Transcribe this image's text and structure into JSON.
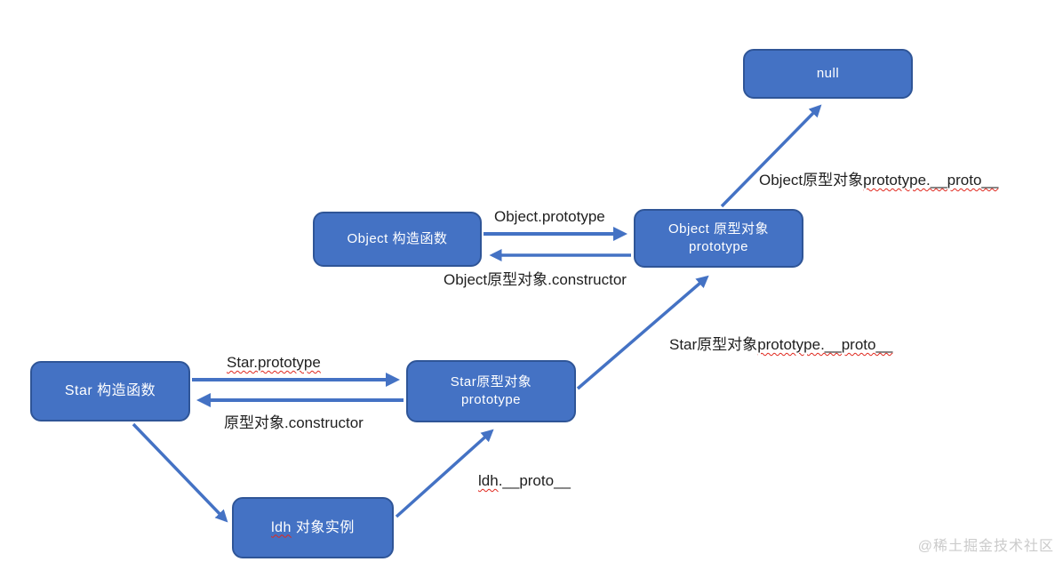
{
  "diagram": {
    "nodes": {
      "null_box": {
        "label": "null"
      },
      "object_constructor": {
        "label": "Object 构造函数"
      },
      "object_prototype": {
        "line1": "Object 原型对象",
        "line2": "prototype"
      },
      "star_constructor": {
        "label": "Star 构造函数"
      },
      "star_prototype": {
        "line1": "Star原型对象",
        "line2": "prototype"
      },
      "ldh_instance": {
        "name": "ldh",
        "rest": " 对象实例"
      }
    },
    "edge_labels": {
      "object_prototype": "Object.prototype",
      "object_constructor": "Object原型对象.constructor",
      "object_chain_prefix": "Object原型对象",
      "object_chain_wavy": "prototype.__proto__",
      "star_prototype": "Star.prototype",
      "star_constructor": "原型对象.constructor",
      "star_chain_prefix": "Star原型对象",
      "star_chain_wavy": "prototype.__proto__",
      "ldh_chain_wavy": "ldh",
      "ldh_chain_rest": ".__proto__"
    },
    "watermark": "@稀土掘金技术社区",
    "colors": {
      "box_fill": "#4472C4",
      "box_border": "#2F5597",
      "box_text": "#FFFFFF",
      "arrow": "#4472C4",
      "label_text": "#1F1F1F",
      "spellcheck_squiggle": "#E0281E",
      "watermark": "#CBCBCB"
    }
  }
}
